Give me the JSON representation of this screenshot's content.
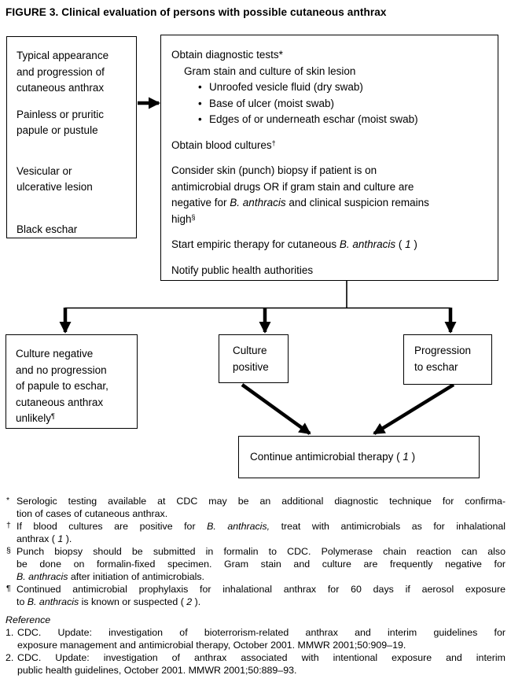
{
  "title": "FIGURE 3. Clinical evaluation of persons with possible cutaneous anthrax",
  "colors": {
    "ink": "#000000",
    "paper": "#ffffff"
  },
  "flow": {
    "appearance_box": {
      "p0": {
        "l0": "Typical appearance",
        "l1": "and progression of",
        "l2": "cutaneous anthrax"
      },
      "p1": {
        "l0": "Painless or pruritic",
        "l1": "papule or pustule"
      },
      "p2": {
        "l0": "Vesicular or",
        "l1": "ulcerative lesion"
      },
      "p3": {
        "l0": "Black eschar"
      }
    },
    "actions_box": {
      "bullet_glyph": "•",
      "p0": {
        "l0": "Obtain diagnostic tests*",
        "l1": "Gram stain and culture of skin lesion",
        "b0": "Unroofed vesicle fluid (dry swab)",
        "b1": "Base of ulcer (moist swab)",
        "b2": "Edges of or underneath eschar (moist swab)"
      },
      "p1": {
        "l0": [
          {
            "t": "Obtain blood cultures"
          },
          {
            "t": "†",
            "sup": true
          }
        ]
      },
      "p2": {
        "l0": "Consider skin (punch) biopsy if patient is on",
        "l1": "antimicrobial drugs OR if gram stain and culture are",
        "l2": [
          {
            "t": "negative for "
          },
          {
            "t": "B. anthracis",
            "i": true
          },
          {
            "t": " and clinical suspicion remains"
          }
        ],
        "l3": [
          {
            "t": "high"
          },
          {
            "t": "§",
            "sup": true
          }
        ]
      },
      "p3": {
        "l0": [
          {
            "t": "Start empiric therapy for cutaneous "
          },
          {
            "t": "B. anthracis",
            "i": true
          },
          {
            "t": " ( "
          },
          {
            "t": "1",
            "i": true
          },
          {
            "t": " )"
          }
        ]
      },
      "p4": {
        "l0": "Notify public health authorities"
      }
    },
    "negative_box": {
      "l0": "Culture negative",
      "l1": "and no progression",
      "l2": "of papule to eschar,",
      "l3": "cutaneous anthrax",
      "l4": [
        {
          "t": "unlikely"
        },
        {
          "t": "¶",
          "sup": true
        }
      ]
    },
    "positive_box": {
      "l0": "Culture",
      "l1": "positive"
    },
    "eschar_box": {
      "l0": "Progression",
      "l1": "to eschar"
    },
    "continue_box": {
      "l0": [
        {
          "t": "Continue antimicrobial therapy ( "
        },
        {
          "t": "1",
          "i": true
        },
        {
          "t": " )"
        }
      ]
    }
  },
  "footnotes": {
    "items": [
      {
        "marker": "*",
        "lines": [
          "Serologic testing available at CDC may be an additional diagnostic technique for confirma-",
          "tion of cases of cutaneous anthrax."
        ]
      },
      {
        "marker": "†",
        "lines": [
          [
            {
              "t": "If blood cultures are positive for "
            },
            {
              "t": "B. anthracis,",
              "i": true
            },
            {
              "t": " treat with antimicrobials as for inhalational"
            }
          ],
          [
            {
              "t": "anthrax ( "
            },
            {
              "t": "1",
              "i": true
            },
            {
              "t": " )."
            }
          ]
        ]
      },
      {
        "marker": "§",
        "lines": [
          "Punch biopsy should be submitted in formalin to CDC. Polymerase chain reaction can also",
          "be done on formalin-fixed specimen. Gram stain and culture are frequently negative for",
          [
            {
              "t": "B. anthracis",
              "i": true
            },
            {
              "t": " after initiation of antimicrobials."
            }
          ]
        ]
      },
      {
        "marker": "¶",
        "lines": [
          "Continued antimicrobial prophylaxis for inhalational anthrax for 60 days if aerosol exposure",
          [
            {
              "t": "to "
            },
            {
              "t": "B. anthracis",
              "i": true
            },
            {
              "t": " is known or suspected ( "
            },
            {
              "t": "2",
              "i": true
            },
            {
              "t": " )."
            }
          ]
        ]
      }
    ]
  },
  "references": {
    "heading": "Reference",
    "items": [
      {
        "number": "1.",
        "lines": [
          "CDC. Update: investigation of bioterrorism-related anthrax and interim guidelines for",
          "exposure management and antimicrobial therapy, October 2001. MMWR 2001;50:909–19."
        ]
      },
      {
        "number": "2.",
        "lines": [
          "CDC. Update: investigation of anthrax associated with intentional exposure and interim",
          "public health guidelines, October 2001. MMWR 2001;50:889–93."
        ]
      }
    ]
  }
}
